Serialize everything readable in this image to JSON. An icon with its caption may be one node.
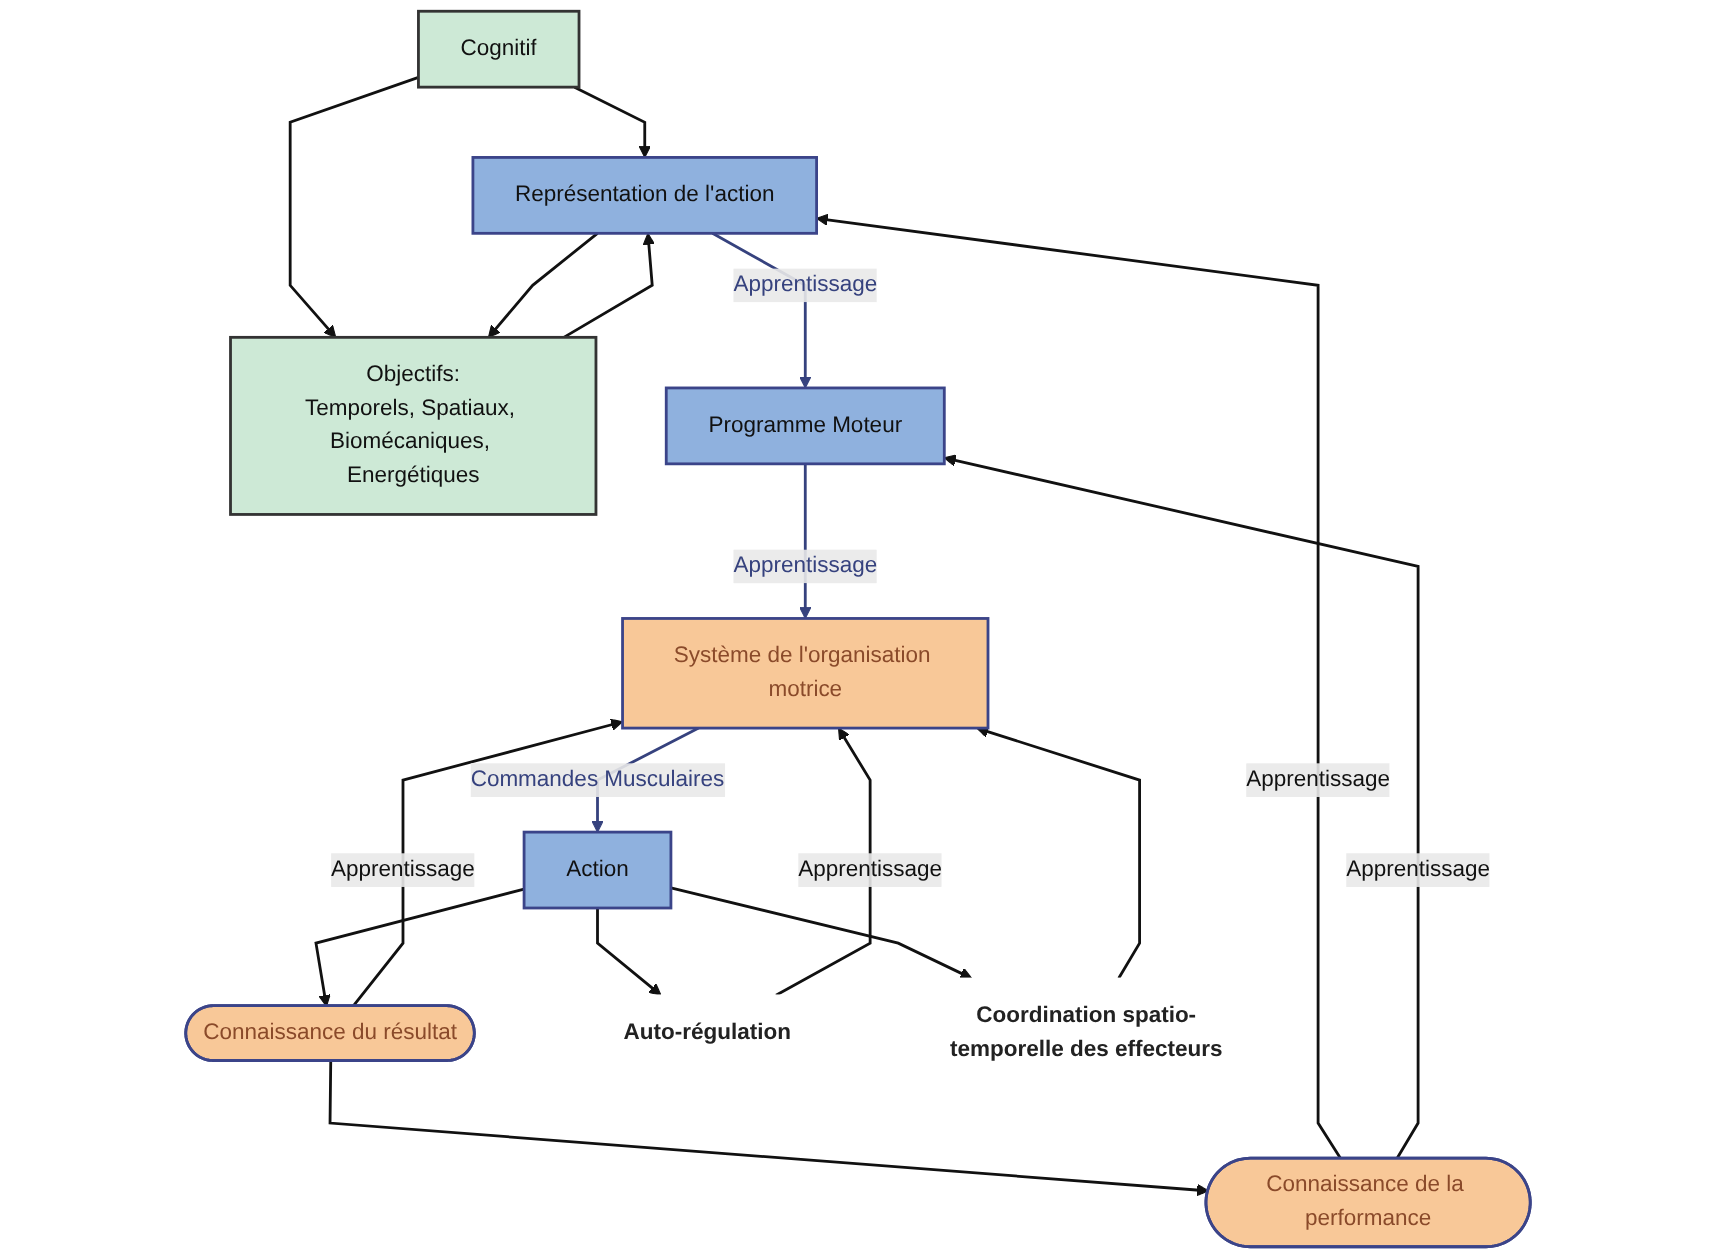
{
  "diagram": {
    "nodes": [
      {
        "text": [
          "Cognitif"
        ]
      },
      {
        "text": [
          "Objectifs:",
          "Temporels, Spatiaux, Biomécaniques, Energétiques"
        ]
      },
      {
        "text": [
          "Représentation de l'action"
        ]
      },
      {
        "text": [
          "Programme Moteur"
        ]
      },
      {
        "text": [
          "Système de l'organisation motrice"
        ]
      },
      {
        "text": [
          "Action"
        ]
      },
      {
        "text": [
          "Connaissance de la performance"
        ]
      },
      {
        "text": [
          "Connaissance du résultat"
        ]
      },
      {
        "text": [
          "Auto-régulation"
        ]
      },
      {
        "text": [
          "Coordination spatio-temporelle des effecteurs"
        ]
      }
    ],
    "edges": [
      {
        "from": 0,
        "to": 2,
        "arrow": "to"
      },
      {
        "from": 0,
        "to": 1,
        "arrow": "to"
      },
      {
        "from": 2,
        "to": 1,
        "arrow": "to"
      },
      {
        "from": 1,
        "to": 2,
        "arrow": "to"
      },
      {
        "from": 2,
        "to": 3,
        "arrow": "to",
        "label": "Apprentissage",
        "color": "#36427e"
      },
      {
        "from": 3,
        "to": 4,
        "arrow": "to",
        "label": "Apprentissage",
        "color": "#36427e"
      },
      {
        "from": 4,
        "to": 5,
        "arrow": "to",
        "label": "Commandes Musculaires",
        "color": "#36427e"
      },
      {
        "from": 6,
        "to": 2,
        "arrow": "to",
        "label": "Apprentissage"
      },
      {
        "from": 6,
        "to": 3,
        "arrow": "to",
        "label": "Apprentissage"
      },
      {
        "from": 7,
        "to": 6,
        "arrow": "to"
      },
      {
        "from": 7,
        "to": 4,
        "arrow": "to",
        "label": "Apprentissage"
      },
      {
        "from": 5,
        "to": 8,
        "arrow": "to"
      },
      {
        "from": 8,
        "to": 4,
        "arrow": "to",
        "label": "Apprentissage"
      },
      {
        "from": 5,
        "to": 9,
        "arrow": "to"
      },
      {
        "from": 9,
        "to": 4,
        "arrow": "to"
      },
      {
        "from": 5,
        "to": 7,
        "arrow": "to"
      }
    ]
  }
}
